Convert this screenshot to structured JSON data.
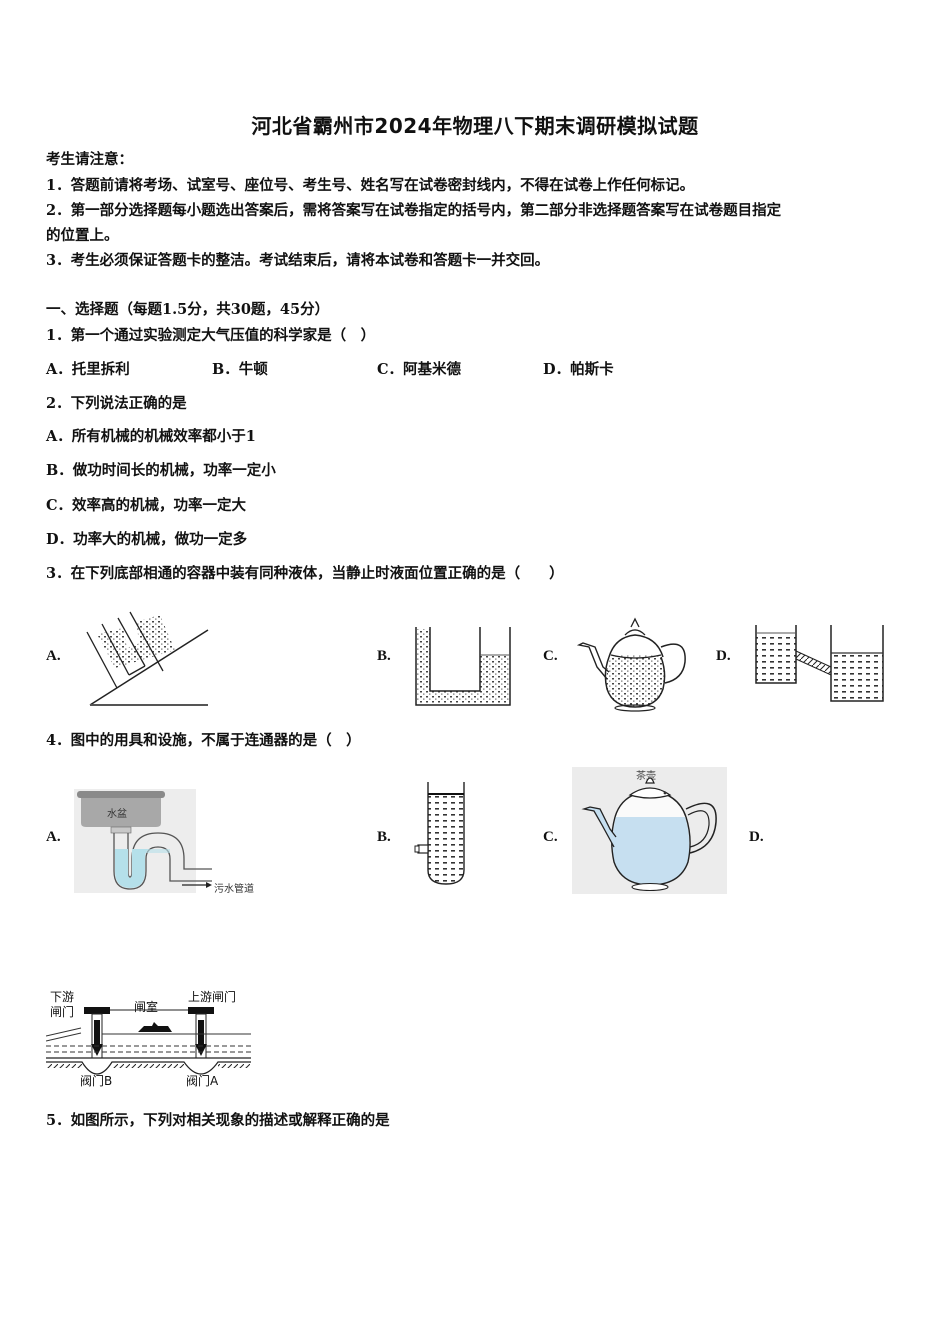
{
  "title": "河北省霸州市2024年物理八下期末调研模拟试题",
  "notice": {
    "heading": "考生请注意：",
    "items": [
      "1．答题前请将考场、试室号、座位号、考生号、姓名写在试卷密封线内，不得在试卷上作任何标记。",
      "2．第一部分选择题每小题选出答案后，需将答案写在试卷指定的括号内，第二部分非选择题答案写在试卷题目指定",
      "的位置上。",
      "3．考生必须保证答题卡的整洁。考试结束后，请将本试卷和答题卡一并交回。"
    ]
  },
  "section": "一、选择题（每题1.5分，共30题，45分）",
  "questions": [
    {
      "stem": "1．第一个通过实验测定大气压值的科学家是（　）",
      "options": [
        "A．托里拆利",
        "B．牛顿",
        "C．阿基米德",
        "D．帕斯卡"
      ]
    },
    {
      "stem": "2．下列说法正确的是",
      "options": [
        "A．所有机械的机械效率都小于1",
        "B．做功时间长的机械，功率一定小",
        "C．效率高的机械，功率一定大",
        "D．功率大的机械，做功一定多"
      ]
    },
    {
      "stem": "3．在下列底部相通的容器中装有同种液体，当静止时液面位置正确的是（　　）",
      "option_labels": [
        "A.",
        "B.",
        "C.",
        "D."
      ],
      "figures": [
        "inclined-connected-vessel",
        "u-tube-uneven-levels",
        "teapot-filled",
        "two-tanks-connected-pipe"
      ]
    },
    {
      "stem": "4．图中的用具和设施，不属于连通器的是（　）",
      "option_labels": [
        "A.",
        "B.",
        "C.",
        "D."
      ],
      "figure_labels": {
        "basin": "水盆",
        "sewer": "污水管道",
        "teapot": "茶壶",
        "lock_downstream_gate": "下游\n闸门",
        "lock_chamber": "闸室",
        "lock_upstream_gate": "上游闸门",
        "valve_b": "阀门B",
        "valve_a": "阀门A"
      }
    },
    {
      "stem": "5．如图所示，下列对相关现象的描述或解释正确的是"
    }
  ],
  "colors": {
    "water": "#c6dff0",
    "figure_bg": "#ececec",
    "ink": "#111111"
  }
}
